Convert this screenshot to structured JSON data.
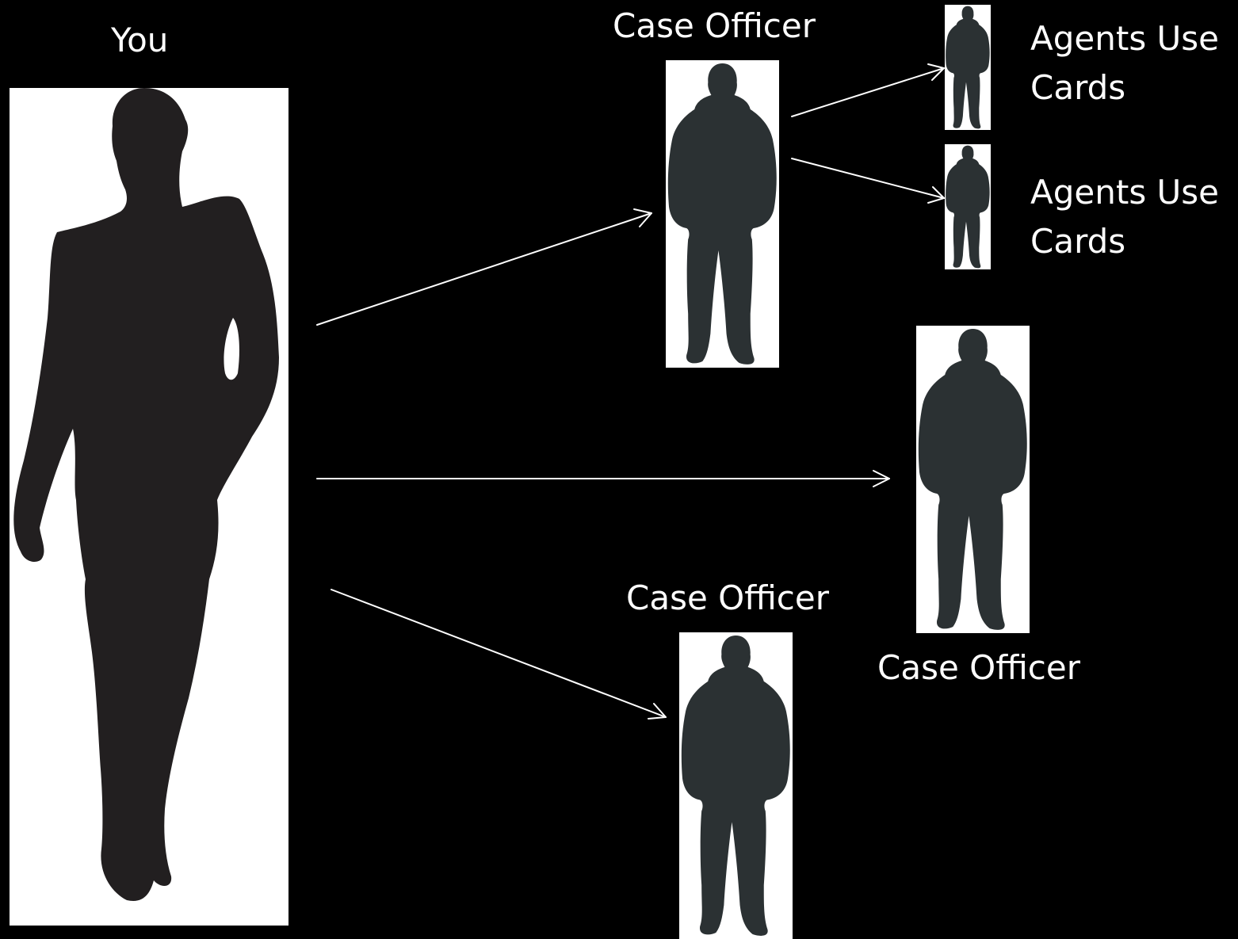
{
  "labels": {
    "you": "You",
    "case_officer_top": "Case Officer",
    "case_officer_middle": "Case Officer",
    "case_officer_bottom": "Case Officer",
    "agent_1": "Agents Use Cards",
    "agent_2": "Agents Use Cards"
  },
  "colors": {
    "background": "#000000",
    "card": "#ffffff",
    "you_silhouette": "#221f20",
    "officer_silhouette": "#2b3133",
    "arrow": "#ffffff",
    "text": "#ffffff"
  },
  "icons": {
    "you": "walking-man-silhouette-icon",
    "officer": "hooded-man-silhouette-icon"
  }
}
